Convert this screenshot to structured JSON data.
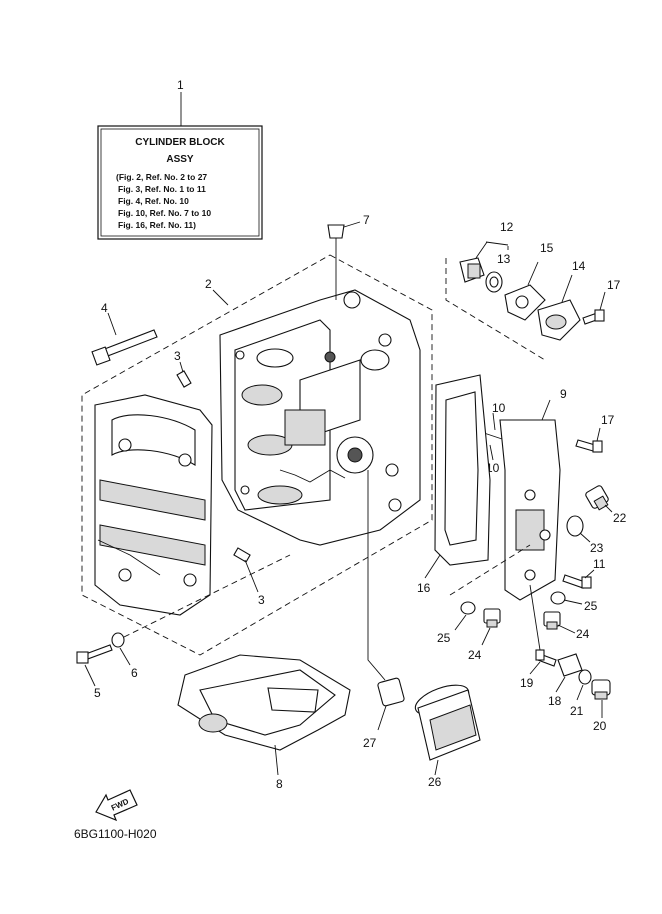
{
  "info_box": {
    "title_line1": "CYLINDER BLOCK",
    "title_line2": "ASSY",
    "refs": [
      "(Fig. 2, Ref. No. 2 to 27",
      "Fig. 3, Ref. No. 1 to 11",
      "Fig. 4, Ref. No. 10",
      "Fig. 10, Ref. No. 7 to 10",
      "Fig. 16, Ref. No. 11)"
    ]
  },
  "callouts": {
    "c1": "1",
    "c2": "2",
    "c3a": "3",
    "c3b": "3",
    "c4": "4",
    "c5": "5",
    "c6": "6",
    "c7": "7",
    "c8": "8",
    "c9": "9",
    "c10a": "10",
    "c10b": "10",
    "c11": "11",
    "c12": "12",
    "c13": "13",
    "c14": "14",
    "c15": "15",
    "c16": "16",
    "c17a": "17",
    "c17b": "17",
    "c18": "18",
    "c19": "19",
    "c20": "20",
    "c21": "21",
    "c22": "22",
    "c23": "23",
    "c24a": "24",
    "c24b": "24",
    "c25a": "25",
    "c25b": "25",
    "c26": "26",
    "c27": "27"
  },
  "fwd_label": "FWD",
  "drawing_code": "6BG1100-H020"
}
